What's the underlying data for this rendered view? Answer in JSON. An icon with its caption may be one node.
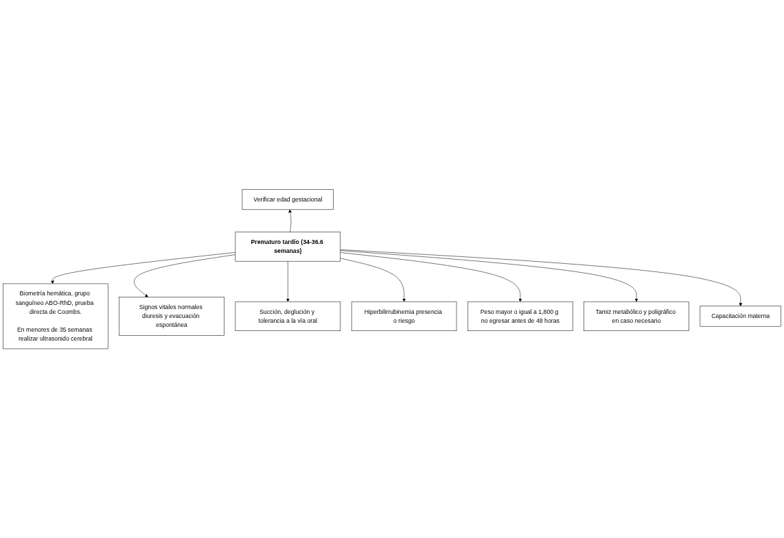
{
  "diagram": {
    "nodes": [
      {
        "text": [
          "Verificar edad gestacional"
        ]
      },
      {
        "text": [
          "Biometría hemática, grupo sanguíneo ABO-RhD, prueba directa de Coombs.",
          "En menores de 35 semanas realizar ultrasonido cerebral"
        ]
      },
      {
        "text": [
          "Signos vitales normales diuresis y evacuación espontánea"
        ]
      },
      {
        "text": [
          "Succión, deglución y tolerancia a la vía oral"
        ]
      },
      {
        "text": [
          "Prematuro tardío (34-36.6 semanas)"
        ]
      },
      {
        "text": [
          "Hiperbilirrubinemia presencia o riesgo"
        ]
      },
      {
        "text": [
          "Peso mayor o igual a 1,800 g no egresar antes de 48 horas"
        ]
      },
      {
        "text": [
          "Tamiz metabólico y poligráfico en caso necesario"
        ]
      },
      {
        "text": [
          "Capacitación materna"
        ]
      }
    ],
    "edges": [
      {
        "from": 4,
        "to": 0,
        "arrow": "to"
      },
      {
        "from": 4,
        "to": 1,
        "arrow": "to"
      },
      {
        "from": 4,
        "to": 2,
        "arrow": "to"
      },
      {
        "from": 4,
        "to": 3,
        "arrow": "to"
      },
      {
        "from": 4,
        "to": 5,
        "arrow": "to"
      },
      {
        "from": 4,
        "to": 6,
        "arrow": "to"
      },
      {
        "from": 4,
        "to": 7,
        "arrow": "to"
      },
      {
        "from": 4,
        "to": 8,
        "arrow": "to"
      }
    ]
  }
}
